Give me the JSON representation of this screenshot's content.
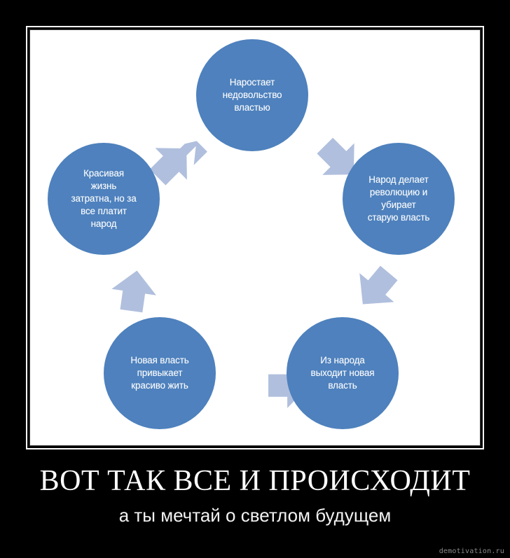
{
  "poster": {
    "type": "demotivational-poster",
    "background_color": "#000000",
    "frame_border_color": "#ffffff",
    "caption_title": "ВОТ ТАК ВСЕ И ПРОИСХОДИТ",
    "caption_subtitle": "а ты мечтай о светлом будущем",
    "watermark": "demotivation.ru"
  },
  "diagram": {
    "type": "cycle",
    "canvas_background": "#ffffff",
    "node_color": "#4e81bd",
    "node_text_color": "#ffffff",
    "arrow_color": "#b0bfdd",
    "node_count": 5,
    "arrow_count": 5,
    "nodes": [
      {
        "id": "node-0",
        "position": "top",
        "text": "Наростает\nнедовольство\nвластью"
      },
      {
        "id": "node-1",
        "position": "right",
        "text": "Народ делает\nреволюцию и\nубирает\nстарую власть"
      },
      {
        "id": "node-2",
        "position": "bottom-right",
        "text": "Из народа\nвыходит новая\nвласть"
      },
      {
        "id": "node-3",
        "position": "bottom-left",
        "text": "Новая  власть\nпривыкает\nкрасиво жить"
      },
      {
        "id": "node-4",
        "position": "left",
        "text": "Красивая\nжизнь\nзатратна, но за\nвсе платит\nнарод"
      }
    ],
    "arrows": [
      {
        "id": "arrow-0",
        "from": "node-4",
        "to": "node-0",
        "direction": "up-right"
      },
      {
        "id": "arrow-1",
        "from": "node-0",
        "to": "node-1",
        "direction": "down-right"
      },
      {
        "id": "arrow-2",
        "from": "node-1",
        "to": "node-2",
        "direction": "down-left"
      },
      {
        "id": "arrow-3",
        "from": "node-2",
        "to": "node-3",
        "direction": "left"
      },
      {
        "id": "arrow-4",
        "from": "node-3",
        "to": "node-4",
        "direction": "up"
      }
    ]
  }
}
